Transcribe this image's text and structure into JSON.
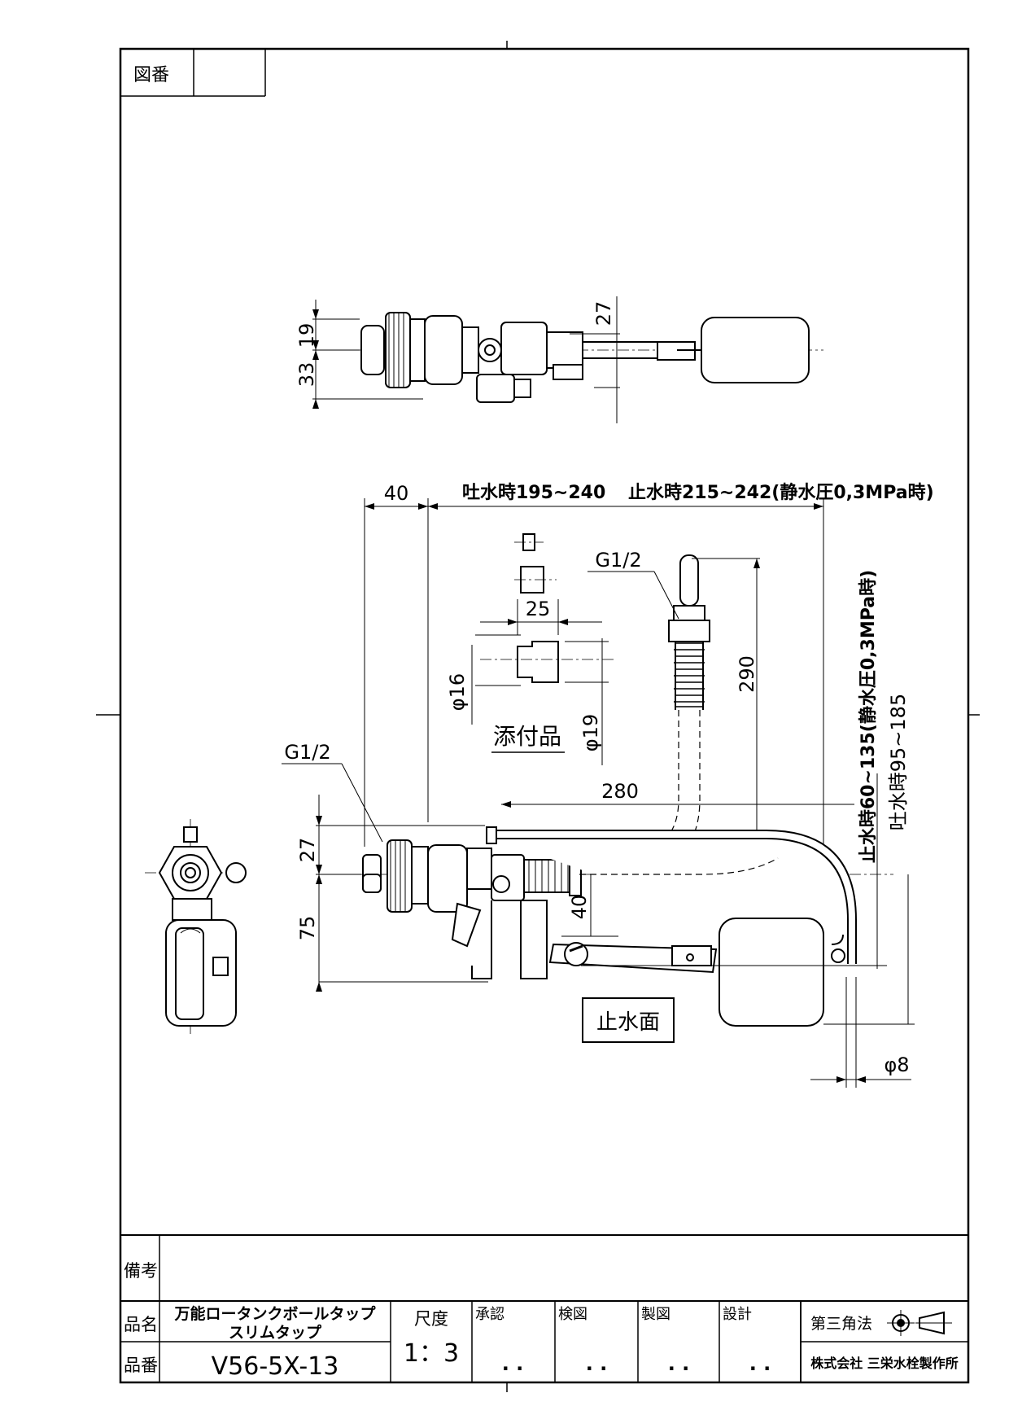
{
  "drawing_number_label": "図番",
  "drawing_number_value": "",
  "remarks_label": "備考",
  "remarks_value": "",
  "product_name_label": "品名",
  "product_name_line1": "万能ロータンクボールタップ",
  "product_name_line2": "スリムタップ",
  "product_number_label": "品番",
  "product_number": "V56-5X-13",
  "scale_label": "尺度",
  "scale_value": "1：3",
  "approval_label": "承認",
  "check_label": "検図",
  "drafting_label": "製図",
  "design_label": "設計",
  "date_placeholder": ".  .",
  "projection_label": "第三角法",
  "company_name": "株式会社 三栄水栓製作所",
  "dimensions": {
    "top_19": "19",
    "top_33": "33",
    "top_27": "27",
    "d40_top": "40",
    "discharge_length": "吐水時195~240",
    "stop_length": "止水時215~242(静水圧0,3MPa時)",
    "g12_right": "G1/2",
    "d25": "25",
    "phi16": "φ16",
    "phi19": "φ19",
    "accessory": "添付品",
    "d290": "290",
    "g12_left": "G1/2",
    "d280": "280",
    "d27": "27",
    "d75": "75",
    "d40_mid": "40",
    "water_stop_surface": "止水面",
    "phi8": "φ8",
    "stop_height": "止水時60~135(静水圧0,3MPa時)",
    "discharge_height": "吐水時95~185"
  }
}
